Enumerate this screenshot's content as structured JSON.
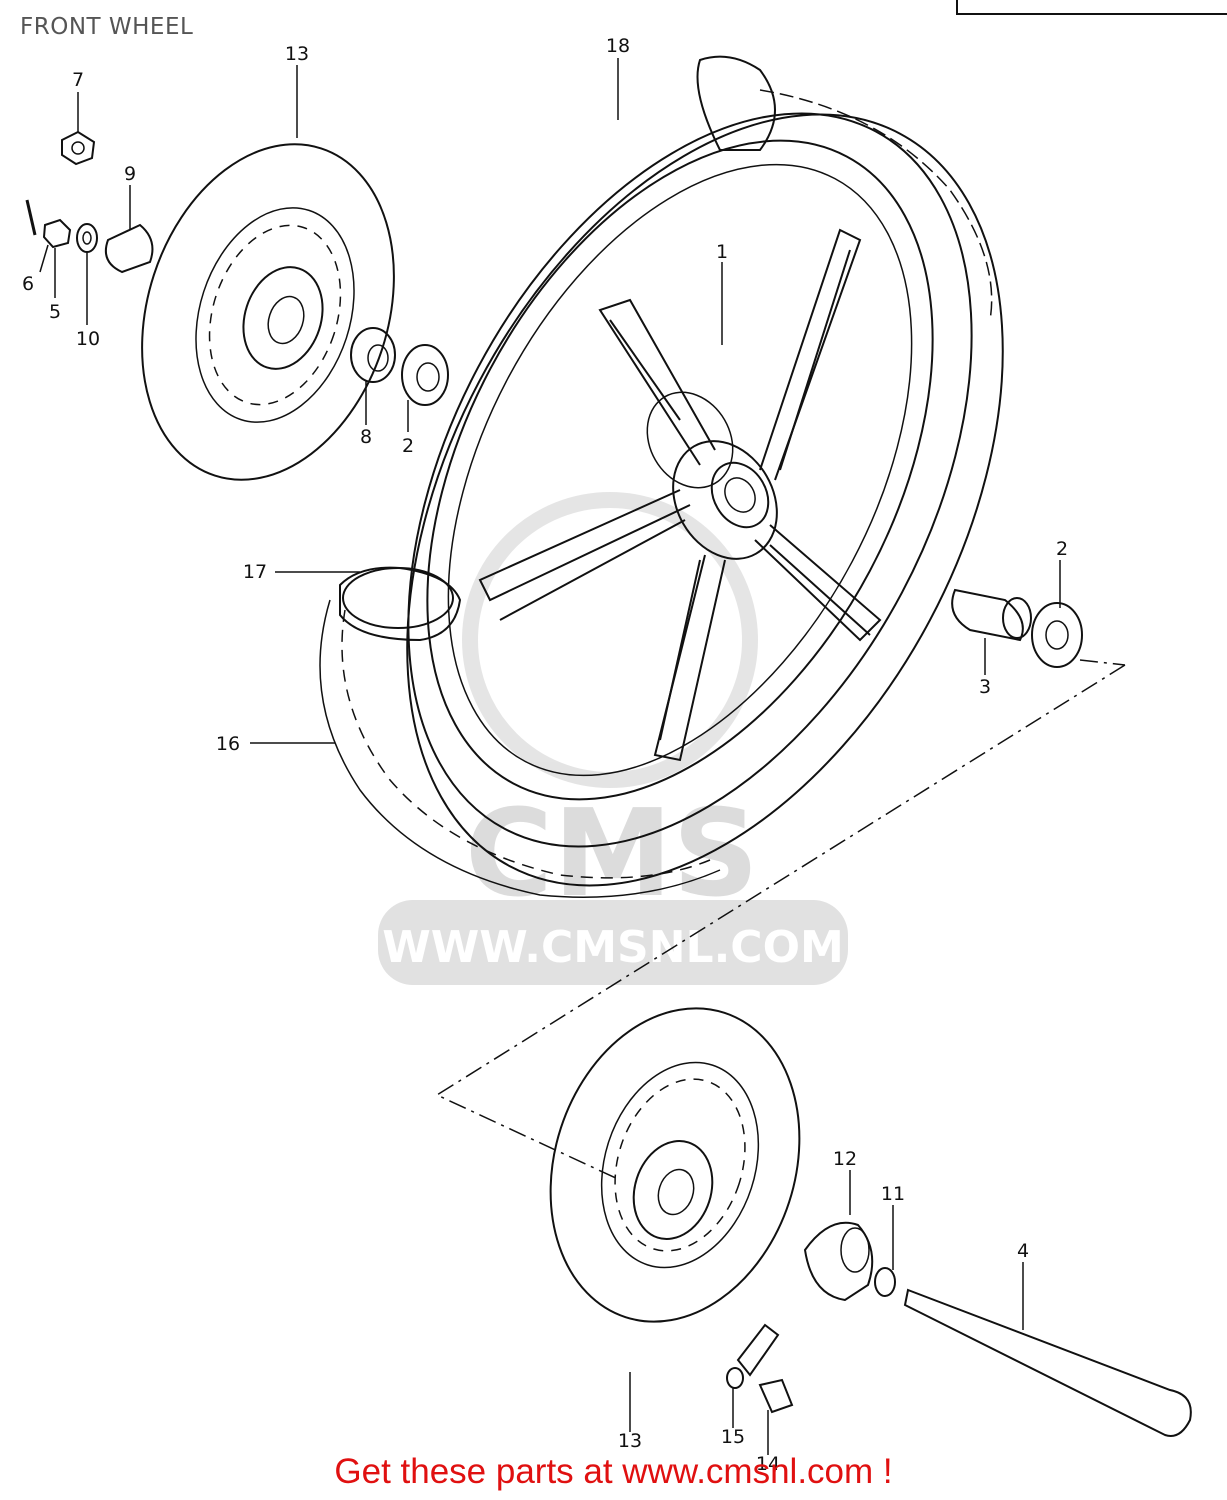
{
  "title": "FRONT WHEEL",
  "footer_text": "Get these parts at www.cmsnl.com !",
  "watermark": {
    "text": "WWW.CMSNL.COM",
    "logo_text": "CMS"
  },
  "colors": {
    "footer": "#e01010",
    "title": "#555555",
    "linework": "#111111",
    "watermark": "#d9d9d9"
  },
  "callouts": {
    "c1": "1",
    "c2a": "2",
    "c2b": "2",
    "c3": "3",
    "c4": "4",
    "c5": "5",
    "c6": "6",
    "c7": "7",
    "c8": "8",
    "c9": "9",
    "c10": "10",
    "c11": "11",
    "c12": "12",
    "c13a": "13",
    "c13b": "13",
    "c14": "14",
    "c15": "15",
    "c16": "16",
    "c17": "17",
    "c18": "18"
  }
}
